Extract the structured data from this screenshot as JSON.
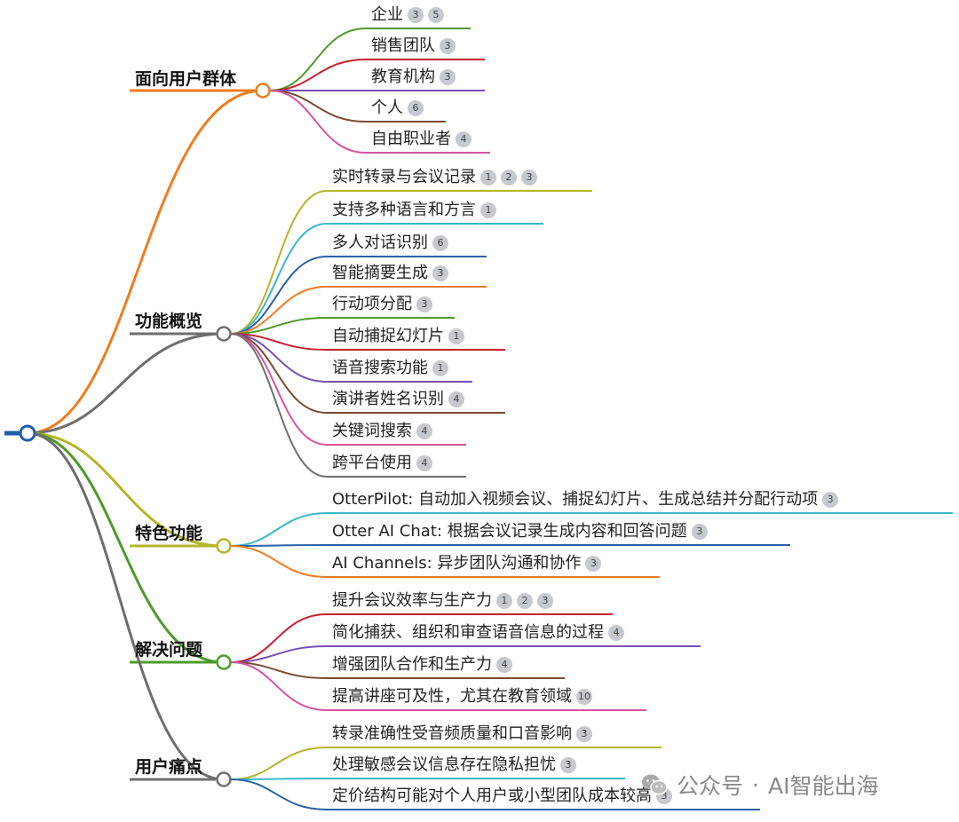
{
  "branches": [
    {
      "label": "面向用户群体",
      "color": "#f07c1e",
      "children": [
        {
          "text": "企业",
          "badges": [
            "3",
            "5"
          ],
          "color": "#4e9a2a"
        },
        {
          "text": "销售团队",
          "badges": [
            "3"
          ],
          "color": "#c8202e"
        },
        {
          "text": "教育机构",
          "badges": [
            "3"
          ],
          "color": "#7a4fb5"
        },
        {
          "text": "个人",
          "badges": [
            "6"
          ],
          "color": "#7a4a30"
        },
        {
          "text": "自由职业者",
          "badges": [
            "4"
          ],
          "color": "#d9539f"
        }
      ]
    },
    {
      "label": "功能概览",
      "color": "#6e6e6e",
      "children": [
        {
          "text": "实时转录与会议记录",
          "badges": [
            "1",
            "2",
            "3"
          ],
          "color": "#b7b42a"
        },
        {
          "text": "支持多种语言和方言",
          "badges": [
            "1"
          ],
          "color": "#39b8c9"
        },
        {
          "text": "多人对话识别",
          "badges": [
            "6"
          ],
          "color": "#2a62a8"
        },
        {
          "text": "智能摘要生成",
          "badges": [
            "3"
          ],
          "color": "#f07c1e"
        },
        {
          "text": "行动项分配",
          "badges": [
            "3"
          ],
          "color": "#4e9a2a"
        },
        {
          "text": "自动捕捉幻灯片",
          "badges": [
            "1"
          ],
          "color": "#c8202e"
        },
        {
          "text": "语音搜索功能",
          "badges": [
            "1"
          ],
          "color": "#7a4fb5"
        },
        {
          "text": "演讲者姓名识别",
          "badges": [
            "4"
          ],
          "color": "#7a4a30"
        },
        {
          "text": "关键词搜索",
          "badges": [
            "4"
          ],
          "color": "#d9539f"
        },
        {
          "text": "跨平台使用",
          "badges": [
            "4"
          ],
          "color": "#6e6e6e"
        }
      ]
    },
    {
      "label": "特色功能",
      "color": "#b7b42a",
      "children": [
        {
          "text": "OtterPilot: 自动加入视频会议、捕捉幻灯片、生成总结并分配行动项",
          "badges": [
            "3"
          ],
          "color": "#39b8c9"
        },
        {
          "text": "Otter AI Chat: 根据会议记录生成内容和回答问题",
          "badges": [
            "3"
          ],
          "color": "#2a62a8"
        },
        {
          "text": "AI Channels: 异步团队沟通和协作",
          "badges": [
            "3"
          ],
          "color": "#f07c1e"
        }
      ]
    },
    {
      "label": "解决问题",
      "color": "#4e9a2a",
      "children": [
        {
          "text": "提升会议效率与生产力",
          "badges": [
            "1",
            "2",
            "3"
          ],
          "color": "#c8202e"
        },
        {
          "text": "简化捕获、组织和审查语音信息的过程",
          "badges": [
            "4"
          ],
          "color": "#7a4fb5"
        },
        {
          "text": "增强团队合作和生产力",
          "badges": [
            "4"
          ],
          "color": "#7a4a30"
        },
        {
          "text": "提高讲座可及性，尤其在教育领域",
          "badges": [
            "10"
          ],
          "color": "#d9539f"
        }
      ]
    },
    {
      "label": "用户痛点",
      "color": "#6e6e6e",
      "children": [
        {
          "text": "转录准确性受音频质量和口音影响",
          "badges": [
            "3"
          ],
          "color": "#b7b42a"
        },
        {
          "text": "处理敏感会议信息存在隐私担忧",
          "badges": [
            "3"
          ],
          "color": "#39b8c9"
        },
        {
          "text": "定价结构可能对个人用户或小型团队成本较高",
          "badges": [
            "3"
          ],
          "color": "#2a62a8"
        }
      ]
    }
  ],
  "watermark": {
    "prefix": "公众号",
    "dot": "·",
    "name": "AI智能出海"
  },
  "colors": {
    "root": "#1f5fa8"
  }
}
